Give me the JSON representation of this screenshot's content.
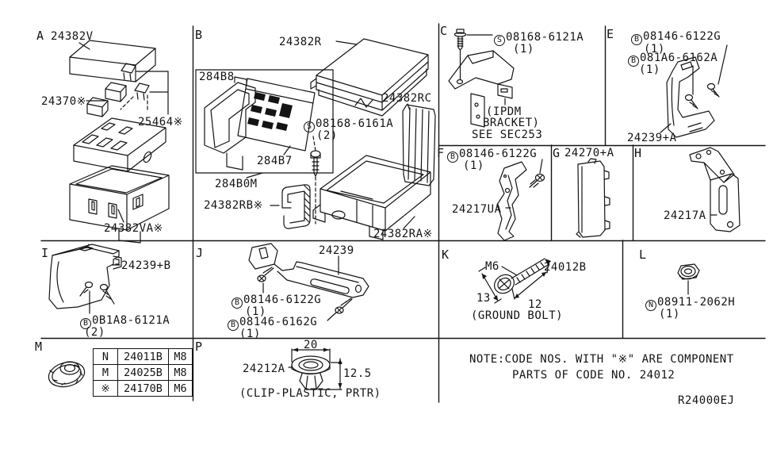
{
  "note": {
    "line1": "NOTE:CODE NOS. WITH \"※\" ARE COMPONENT",
    "line2": "PARTS OF CODE NO. 24012",
    "ref": "R24000EJ"
  },
  "sections": {
    "a": {
      "letter": "A",
      "cover_top": "24382V",
      "fuse_code": "24370※",
      "fuse_code2": "25464※",
      "cover_bottom": "24382VA※"
    },
    "b": {
      "letter": "B",
      "cover": "24382R",
      "module_top": "284B8",
      "module_bottom": "284B7",
      "assembly": "284B0M",
      "clip": "24382RB※",
      "screw": {
        "prefix": "S",
        "code": "08168-6161A",
        "qty": "(2)"
      },
      "panel": "24382RC",
      "housing": "24382RA※"
    },
    "c": {
      "letter": "C",
      "screw": {
        "prefix": "S",
        "code": "08168-6121A",
        "qty": "(1)"
      },
      "caption1": "(IPDM",
      "caption2": "BRACKET)",
      "caption3": "SEE SEC253"
    },
    "e": {
      "letter": "E",
      "bolt1": {
        "prefix": "B",
        "code": "08146-6122G",
        "qty": "(1)"
      },
      "bolt2": {
        "prefix": "B",
        "code": "081A6-6162A",
        "qty": "(1)"
      },
      "bracket": "24239+A"
    },
    "f": {
      "letter": "F",
      "bolt": {
        "prefix": "B",
        "code": "08146-6122G",
        "qty": "(1)"
      },
      "bracket": "24217UA"
    },
    "g": {
      "letter": "G",
      "part": "24270+A"
    },
    "h": {
      "letter": "H",
      "part": "24217A"
    },
    "i": {
      "letter": "I",
      "bracket": "24239+B",
      "bolt": {
        "prefix": "B",
        "code": "0B1A8-6121A",
        "qty": "(2)"
      }
    },
    "j": {
      "letter": "J",
      "bracket": "24239",
      "bolt1": {
        "prefix": "B",
        "code": "08146-6122G",
        "qty": "(1)"
      },
      "bolt2": {
        "prefix": "B",
        "code": "08146-6162G",
        "qty": "(1)"
      }
    },
    "k": {
      "letter": "K",
      "thread": "M6",
      "part": "24012B",
      "dim_head": "13",
      "dim_shank": "12",
      "caption": "(GROUND BOLT)"
    },
    "l": {
      "letter": "L",
      "nut": {
        "prefix": "N",
        "code": "08911-2062H",
        "qty": "(1)"
      }
    },
    "m": {
      "letter": "M",
      "table": {
        "rows": [
          [
            "N",
            "24011B",
            "M8"
          ],
          [
            "M",
            "24025B",
            "M8"
          ],
          [
            "※",
            "24170B",
            "M6"
          ]
        ]
      }
    },
    "p": {
      "letter": "P",
      "part": "24212A",
      "dim_width": "20",
      "dim_height": "12.5",
      "caption": "(CLIP-PLASTIC, PRTR)"
    }
  }
}
